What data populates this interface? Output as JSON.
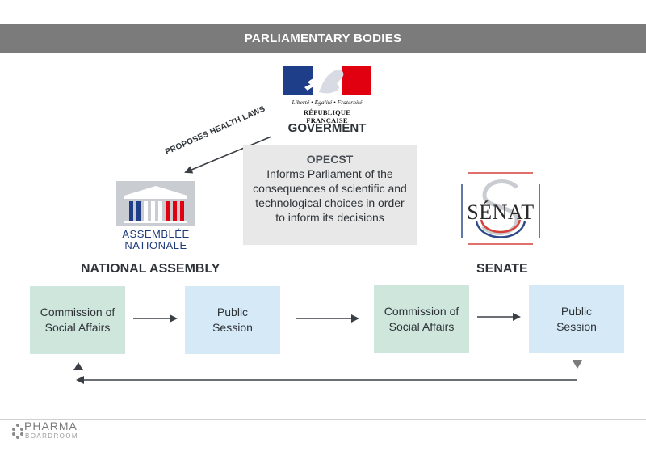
{
  "header": {
    "title": "PARLIAMENTARY BODIES"
  },
  "government": {
    "motto": "Liberté • Égalité • Fraternité",
    "republic": "RÉPUBLIQUE FRANÇAISE",
    "title": "GOVERMENT"
  },
  "proposes_label": "PROPOSES HEALTH LAWS",
  "opecst": {
    "title": "OPECST",
    "description": "Informs Parliament of the consequences of scientific and technological choices in order to inform its decisions"
  },
  "assembly": {
    "logo_line1": "ASSEMBLÉE",
    "logo_line2": "NATIONALE",
    "title": "NATIONAL ASSEMBLY",
    "commission_label": "Commission of Social Affairs",
    "session_label": "Public Session"
  },
  "senate": {
    "logo_word": "SÉNAT",
    "title": "SENATE",
    "commission_label": "Commission of Social Affairs",
    "session_label": "Public Session"
  },
  "footer": {
    "brand": "PHARMA",
    "sub": "BOARDROOM"
  },
  "colors": {
    "header_bg": "#7b7b7b",
    "commission_box": "#cfe6dd",
    "session_box": "#d6e9f7",
    "opecst_box": "#e8e8e8",
    "arrow": "#3a3f45",
    "flag_blue": "#1f3e8a",
    "flag_red": "#e1000f",
    "senat_red": "#d6403a",
    "senat_blue": "#2e4a8a"
  }
}
